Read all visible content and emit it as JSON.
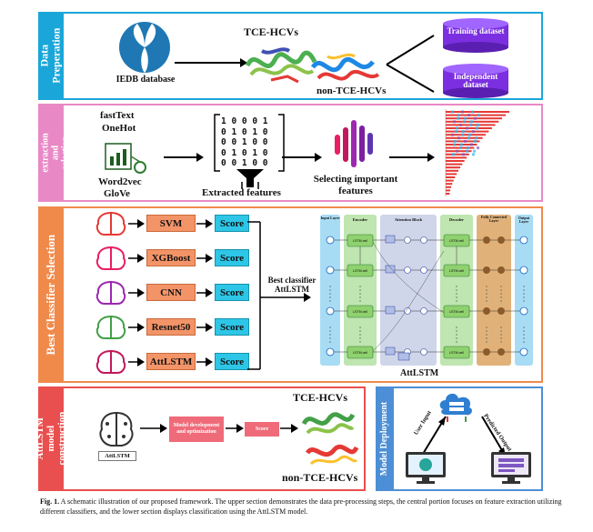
{
  "sections": {
    "data_prep": "Data Preperation",
    "feature": "Feature extraction and selection",
    "best": "Best Classifier Selection",
    "model": "AttLSTM model construction",
    "deploy": "Model Deployment"
  },
  "data_prep": {
    "iedb": "IEDB database",
    "tce": "TCE-HCVs",
    "non_tce": "non-TCE-HCVs",
    "training": "Training dataset",
    "independent": "Independent dataset"
  },
  "feature": {
    "fasttext": "fastText",
    "onehot": "OneHot",
    "word2vec": "Word2vec",
    "glove": "GloVe",
    "binary": [
      "1 0 0 0 1",
      "0 1 0 1 0",
      "0 0 1 0 0",
      "0 1 0 1 0",
      "0 0 1 0 0"
    ],
    "extracted": "Extracted features",
    "selecting": "Selecting important features"
  },
  "classifiers": [
    "SVM",
    "XGBoost",
    "CNN",
    "Resnet50",
    "AttLSTM"
  ],
  "score": "Score",
  "best_label": "Best classifier AttLSTM",
  "attlstm_diagram": {
    "input": "Input Layer",
    "encoder": "Encoder",
    "attention": "Attention Block",
    "decoder": "Decoder",
    "fc": "Fully Connected Layer",
    "output": "Output Layer",
    "cell": "LSTM cell",
    "title": "AttLSTM"
  },
  "model": {
    "brain": "AttLSTM",
    "dev": "Model development and optimization",
    "score": "Score",
    "tce": "TCE-HCVs",
    "non_tce": "non-TCE-HCVs"
  },
  "deploy": {
    "user_input": "User Input",
    "predicted": "Predicted Output"
  },
  "caption": {
    "label": "Fig. 1.",
    "text": "A schematic illustration of our proposed framework. The upper section demonstrates the data pre-processing steps, the central portion focuses on feature extraction utilizing different classifiers, and the lower section displays classification using the AttLSTM model."
  },
  "colors": {
    "blue": "#1aa6d9",
    "pink": "#e889c6",
    "orange": "#f08a4b",
    "red": "#ea4f4f",
    "deploy": "#4d8fd6",
    "score_fill": "#2ec6e6",
    "clf_fill": "#f39468",
    "cyl": "#7b2fe0"
  }
}
